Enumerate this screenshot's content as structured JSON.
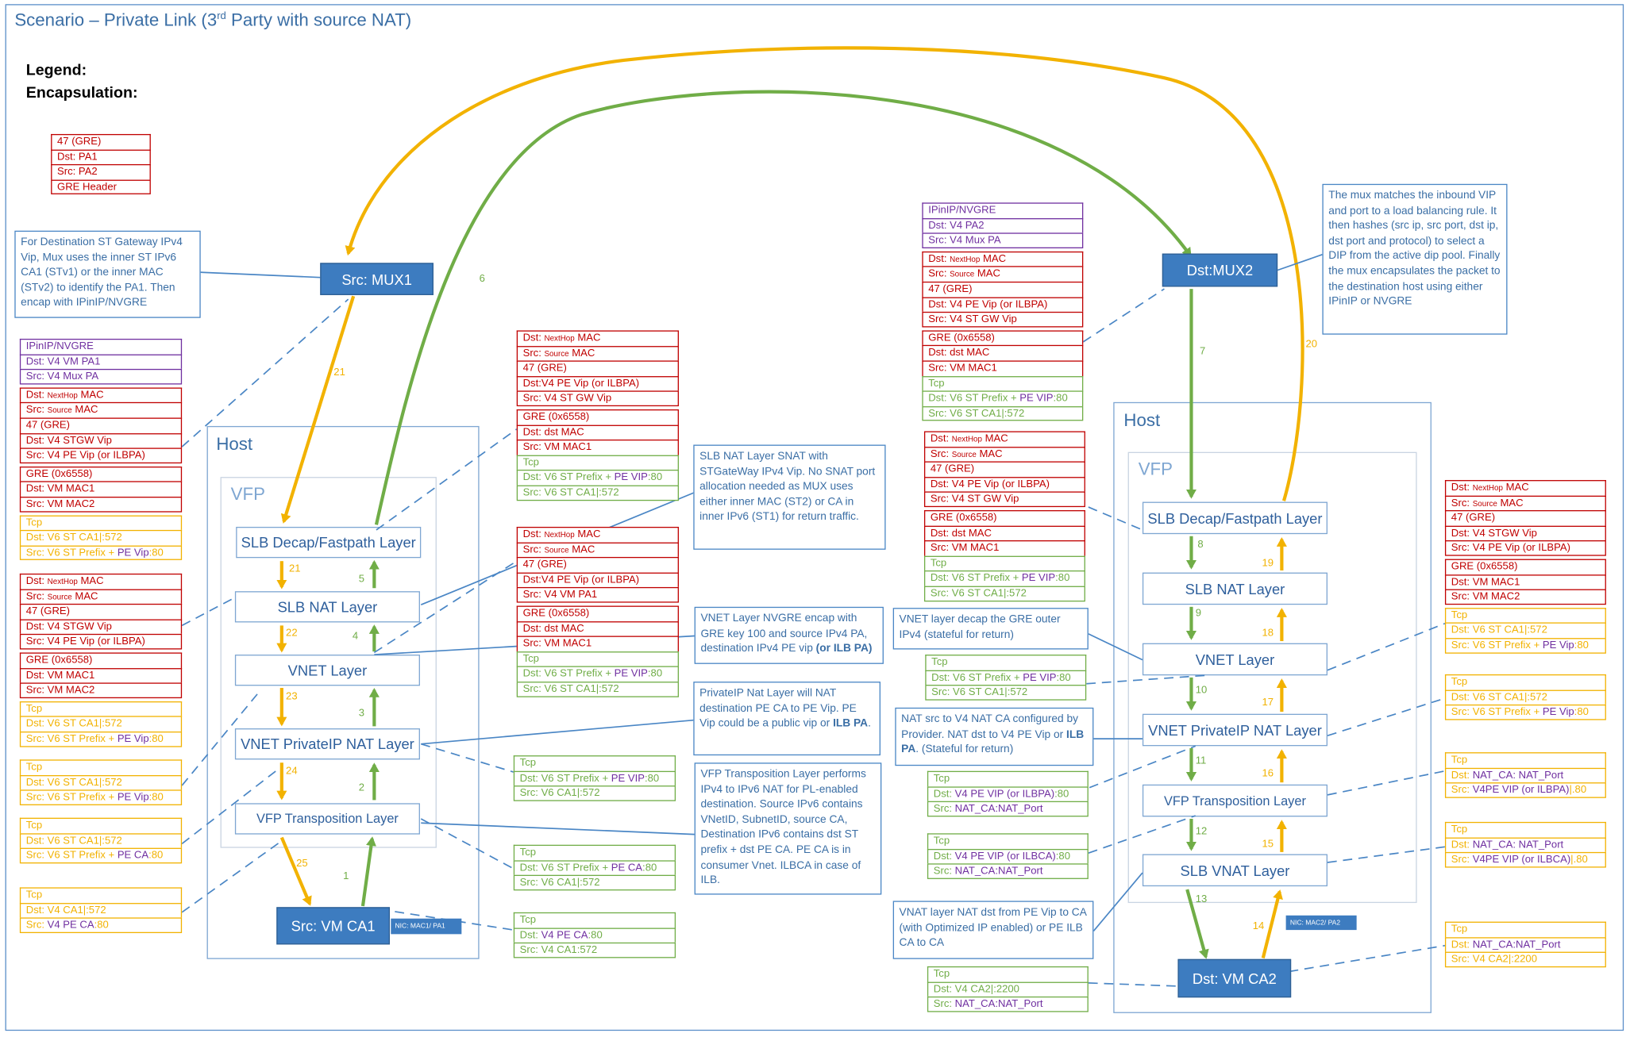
{
  "title_prefix": "Scenario – Private Link (3",
  "title_sup": "rd",
  "title_suffix": " Party with source NAT)",
  "legend_label": "Legend:",
  "encap_label": "Encapsulation:",
  "legend_stack": [
    "47 (GRE)",
    "Dst: PA1",
    "Src: PA2",
    "GRE Header"
  ],
  "host_left": {
    "label": "Host",
    "vfp": "VFP",
    "layers": [
      "SLB Decap/Fastpath Layer",
      "SLB NAT Layer",
      "VNET Layer",
      "VNET PrivateIP NAT Layer",
      "VFP Transposition Layer"
    ]
  },
  "host_right": {
    "label": "Host",
    "vfp": "VFP",
    "layers": [
      "SLB Decap/Fastpath Layer",
      "SLB NAT Layer",
      "VNET Layer",
      "VNET PrivateIP NAT Layer",
      "VFP Transposition Layer",
      "SLB VNAT Layer"
    ]
  },
  "nodes": {
    "mux1": "Src: MUX1",
    "mux2": "Dst:MUX2",
    "vm1": "Src: VM CA1",
    "vm2": "Dst: VM CA2"
  },
  "nics": {
    "nic1": "NIC: MAC1/ PA1",
    "nic2": "NIC: MAC2/ PA2"
  },
  "notes": {
    "mux1_note": "For Destination ST Gateway IPv4 Vip, Mux uses the inner ST IPv6 CA1 (STv1) or the inner MAC (STv2) to identify the PA1. Then encap with IPinIP/NVGRE",
    "mux2_note": "The mux matches the inbound VIP and port to a load balancing rule. It then hashes (src ip, src port, dst ip, dst port and protocol) to select a DIP from the active dip pool. Finally the mux encapsulates the packet to the destination host using either IPinIP or NVGRE",
    "slbnat_note": "SLB NAT Layer SNAT with STGateWay IPv4 Vip. No SNAT port allocation needed as MUX uses either inner MAC (ST2) or CA in inner IPv6 (ST1) for return traffic.",
    "vnet_note_a": "VNET Layer NVGRE encap with GRE key 100 and source IPv4 PA, destination IPv4 PE vip ",
    "vnet_note_b": "(or ILB PA)",
    "pip_note_a": "PrivateIP Nat Layer will NAT destination PE CA to PE Vip. PE Vip could be a  public vip or ",
    "pip_note_b": "ILB PA",
    "pip_note_c": ".",
    "trans_note": "VFP Transposition Layer performs IPv4 to IPv6 NAT for PL-enabled destination. Source IPv6 contains VNetID, SubnetID, source CA, Destination IPv6 contains dst ST prefix + dst PE CA. PE CA is in consumer Vnet. ILBCA in case of ILB.",
    "decap_note": "VNET layer decap the GRE outer IPv4 (stateful for return)",
    "natsrc_note_a": "NAT src to V4 NAT CA configured by Provider. NAT dst to V4 PE Vip or ",
    "natsrc_note_b": "ILB PA",
    "natsrc_note_c": ". (Stateful for return)",
    "vnat_note": "VNAT layer NAT dst from PE Vip to CA (with Optimized IP enabled) or PE ILB CA to CA"
  },
  "arrow_labels": [
    "1",
    "2",
    "3",
    "4",
    "5",
    "6",
    "7",
    "8",
    "9",
    "10",
    "11",
    "12",
    "13",
    "14",
    "15",
    "16",
    "17",
    "18",
    "19",
    "20",
    "21",
    "21",
    "22",
    "23",
    "24",
    "25"
  ],
  "stacks": {
    "L1": [
      [
        "pur",
        "IPinIP/NVGRE"
      ],
      [
        "pur",
        "Dst: V4 VM PA1"
      ],
      [
        "pur",
        "Src: V4 Mux PA"
      ],
      [
        "gap",
        ""
      ],
      [
        "red",
        "Dst: |NextHop| MAC"
      ],
      [
        "red",
        "Src:  |Source| MAC"
      ],
      [
        "red",
        "47 (GRE)"
      ],
      [
        "red",
        "Dst: V4 STGW Vip"
      ],
      [
        "red",
        "Src: V4 PE Vip (or ILBPA)"
      ],
      [
        "gap",
        ""
      ],
      [
        "red",
        "GRE (0x6558)"
      ],
      [
        "red",
        "Dst:  VM MAC1"
      ],
      [
        "red",
        "Src: VM MAC2"
      ],
      [
        "gap",
        ""
      ],
      [
        "org",
        "Tcp"
      ],
      [
        "org",
        "Dst: V6 ST CA1|:572"
      ],
      [
        "org",
        "Src: V6 ST Prefix + @PE Vip@:80"
      ]
    ],
    "L2": [
      [
        "red",
        "Dst: |NextHop| MAC"
      ],
      [
        "red",
        "Src:  |Source| MAC"
      ],
      [
        "red",
        "47 (GRE)"
      ],
      [
        "red",
        "Dst: V4 STGW Vip"
      ],
      [
        "red",
        "Src: V4 PE Vip (or ILBPA)"
      ],
      [
        "gap",
        ""
      ],
      [
        "red",
        "GRE (0x6558)"
      ],
      [
        "red",
        "Dst:  VM MAC1"
      ],
      [
        "red",
        "Src: VM MAC2"
      ],
      [
        "gap",
        ""
      ],
      [
        "org",
        "Tcp"
      ],
      [
        "org",
        "Dst: V6 ST CA1|:572"
      ],
      [
        "org",
        "Src: V6 ST Prefix + @PE Vip@:80"
      ]
    ],
    "L3": [
      [
        "org",
        "Tcp"
      ],
      [
        "org",
        "Dst: V6 ST CA1|:572"
      ],
      [
        "org",
        "Src: V6 ST Prefix + @PE Vip@:80"
      ]
    ],
    "L4": [
      [
        "org",
        "Tcp"
      ],
      [
        "org",
        "Dst: V6 ST CA1|:572"
      ],
      [
        "org",
        "Src: V6 ST Prefix + @PE CA@:80"
      ]
    ],
    "L5": [
      [
        "org",
        "Tcp"
      ],
      [
        "org",
        "Dst: V4 CA1|:572"
      ],
      [
        "org",
        "Src: @V4 PE CA@:80"
      ]
    ],
    "M1": [
      [
        "red",
        "Dst: |NextHop| MAC"
      ],
      [
        "red",
        "Src:  |Source| MAC"
      ],
      [
        "red",
        "47 (GRE)"
      ],
      [
        "red",
        "Dst:V4 PE Vip (or ILBPA)"
      ],
      [
        "red",
        "Src: V4 ST GW Vip"
      ],
      [
        "gap",
        ""
      ],
      [
        "red",
        "GRE (0x6558)"
      ],
      [
        "red",
        "Dst:  dst MAC"
      ],
      [
        "red",
        "Src: VM MAC1"
      ],
      [
        "grn",
        "Tcp"
      ],
      [
        "grn",
        "Dst: V6 ST Prefix + @PE VIP@:80"
      ],
      [
        "grn",
        "Src: V6 ST CA1|:572"
      ]
    ],
    "M2": [
      [
        "red",
        "Dst: |NextHop| MAC"
      ],
      [
        "red",
        "Src:  |Source| MAC"
      ],
      [
        "red",
        "47 (GRE)"
      ],
      [
        "red",
        "Dst:V4 PE Vip (or ILBPA)"
      ],
      [
        "red",
        "Src: V4 VM PA1"
      ],
      [
        "gap",
        ""
      ],
      [
        "red",
        "GRE (0x6558)"
      ],
      [
        "red",
        "Dst:  dst MAC"
      ],
      [
        "red",
        "Src: VM MAC1"
      ],
      [
        "grn",
        "Tcp"
      ],
      [
        "grn",
        "Dst: V6 ST Prefix + @PE VIP@:80"
      ],
      [
        "grn",
        "Src: V6 ST CA1|:572"
      ]
    ],
    "M3": [
      [
        "grn",
        "Tcp"
      ],
      [
        "grn",
        "Dst: V6 ST Prefix + @PE VIP@:80"
      ],
      [
        "grn",
        "Src: V6 CA1|:572"
      ]
    ],
    "M4": [
      [
        "grn",
        "Tcp"
      ],
      [
        "grn",
        "Dst: V6 ST Prefix + @PE CA@:80"
      ],
      [
        "grn",
        "Src: V6 CA1|:572"
      ]
    ],
    "M5": [
      [
        "grn",
        "Tcp"
      ],
      [
        "grn",
        "Dst: @V4 PE CA@:80"
      ],
      [
        "grn",
        "Src: V4 CA1:572"
      ]
    ],
    "R1": [
      [
        "pur",
        "IPinIP/NVGRE"
      ],
      [
        "pur",
        "Dst: V4 PA2"
      ],
      [
        "pur",
        "Src: V4 Mux PA"
      ],
      [
        "gap",
        ""
      ],
      [
        "red",
        "Dst: |NextHop| MAC"
      ],
      [
        "red",
        "Src:  |Source| MAC"
      ],
      [
        "red",
        "47 (GRE)"
      ],
      [
        "red",
        "Dst: V4 PE Vip (or ILBPA)"
      ],
      [
        "red",
        "Src: V4 ST GW Vip"
      ],
      [
        "gap",
        ""
      ],
      [
        "red",
        "GRE (0x6558)"
      ],
      [
        "red",
        "Dst:  dst MAC"
      ],
      [
        "red",
        "Src: VM MAC1"
      ],
      [
        "grn",
        "Tcp"
      ],
      [
        "grn",
        "Dst: V6 ST Prefix + @PE VIP@:80"
      ],
      [
        "grn",
        "Src: V6 ST CA1|:572"
      ]
    ],
    "R2": [
      [
        "red",
        "Dst: |NextHop| MAC"
      ],
      [
        "red",
        "Src:  |Source| MAC"
      ],
      [
        "red",
        "47 (GRE)"
      ],
      [
        "red",
        "Dst: V4 PE Vip (or ILBPA)"
      ],
      [
        "red",
        "Src: V4 ST GW Vip"
      ],
      [
        "gap",
        ""
      ],
      [
        "red",
        "GRE (0x6558)"
      ],
      [
        "red",
        "Dst:  dst MAC"
      ],
      [
        "red",
        "Src: VM MAC1"
      ],
      [
        "grn",
        "Tcp"
      ],
      [
        "grn",
        "Dst: V6 ST Prefix + @PE VIP@:80"
      ],
      [
        "grn",
        "Src: V6 ST CA1|:572"
      ]
    ],
    "R3": [
      [
        "grn",
        "Tcp"
      ],
      [
        "grn",
        "Dst: V6 ST Prefix + @PE VIP@:80"
      ],
      [
        "grn",
        "Src: V6 ST CA1|:572"
      ]
    ],
    "R4": [
      [
        "grn",
        "Tcp"
      ],
      [
        "grn",
        "Dst: @V4 PE VIP (or ILBPA)@:80"
      ],
      [
        "grn",
        "Src: @NAT_CA:NAT_Port@"
      ]
    ],
    "R5": [
      [
        "grn",
        "Tcp"
      ],
      [
        "grn",
        "Dst: @V4 PE VIP (or ILBCA)@:80"
      ],
      [
        "grn",
        "Src: @NAT_CA:NAT_Port@"
      ]
    ],
    "R6": [
      [
        "grn",
        "Tcp"
      ],
      [
        "grn",
        "Dst: V4 CA2|:2200"
      ],
      [
        "grn",
        "Src: @NAT_CA:NAT_Port@"
      ]
    ],
    "F1": [
      [
        "red",
        "Dst: |NextHop| MAC"
      ],
      [
        "red",
        "Src:  |Source| MAC"
      ],
      [
        "red",
        "47 (GRE)"
      ],
      [
        "red",
        "Dst: V4 STGW Vip"
      ],
      [
        "red",
        "Src: V4 PE Vip (or ILBPA)"
      ],
      [
        "gap",
        ""
      ],
      [
        "red",
        "GRE (0x6558)"
      ],
      [
        "red",
        "Dst:  VM MAC1"
      ],
      [
        "red",
        "Src: VM MAC2"
      ],
      [
        "gap",
        ""
      ],
      [
        "org",
        "Tcp"
      ],
      [
        "org",
        "Dst: V6 ST CA1|:572"
      ],
      [
        "org",
        "Src: V6 ST Prefix + @PE Vip@:80"
      ]
    ],
    "F2": [
      [
        "org",
        "Tcp"
      ],
      [
        "org",
        "Dst: V6 ST CA1|:572"
      ],
      [
        "org",
        "Src: V6 ST Prefix + @PE Vip@:80"
      ]
    ],
    "F3": [
      [
        "org",
        "Tcp"
      ],
      [
        "org",
        "Dst: @NAT_CA: NAT_Port@"
      ],
      [
        "org",
        "Src: @V4PE VIP (or ILBPA)@|.80"
      ]
    ],
    "F4": [
      [
        "org",
        "Tcp"
      ],
      [
        "org",
        "Dst: @NAT_CA: NAT_Port@"
      ],
      [
        "org",
        "Src: @V4PE VIP (or ILBCA)@|.80"
      ]
    ],
    "F5": [
      [
        "org",
        "Tcp"
      ],
      [
        "org",
        "Dst: @NAT_CA:NAT_Port@"
      ],
      [
        "org",
        "Src: V4 CA2|:2200"
      ]
    ]
  }
}
